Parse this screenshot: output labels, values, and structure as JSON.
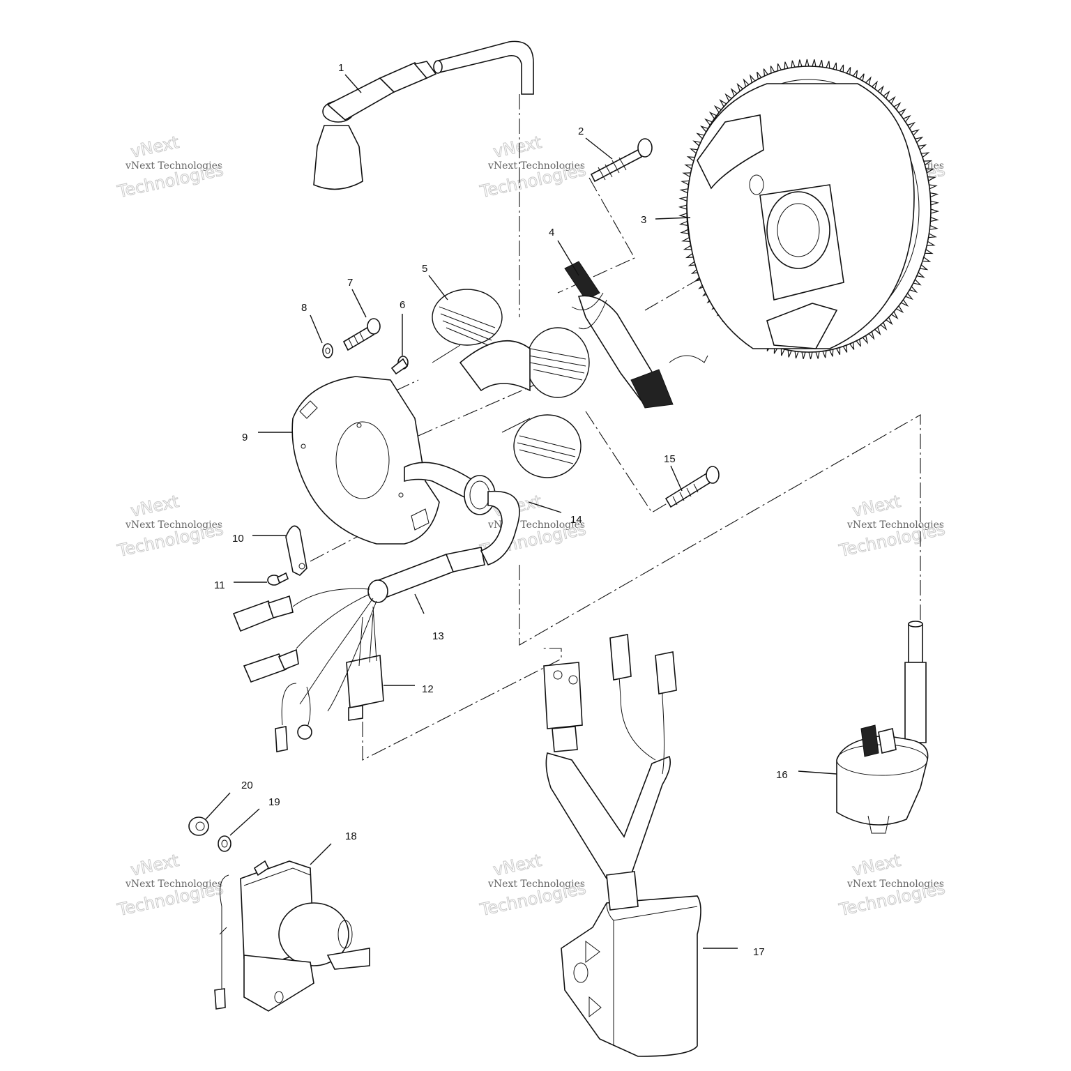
{
  "callouts": [
    "1",
    "2",
    "3",
    "4",
    "5",
    "6",
    "7",
    "8",
    "9",
    "10",
    "11",
    "12",
    "13",
    "14",
    "15",
    "16",
    "17",
    "18",
    "19",
    "20"
  ],
  "watermark": {
    "line1": "vNext Technologies",
    "line2": "vNext",
    "line3": "Technologies"
  }
}
